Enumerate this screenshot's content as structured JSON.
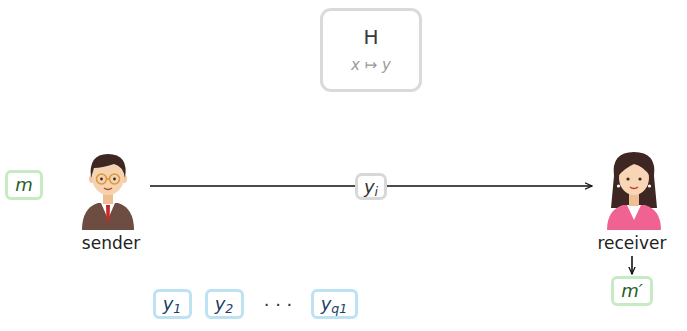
{
  "diagram": {
    "nodes": [
      {
        "text": [
          "H",
          "x ↦ y"
        ]
      },
      {
        "text": [
          "m"
        ]
      },
      {
        "text": [
          "sender"
        ]
      },
      {
        "text": [
          "receiver"
        ]
      },
      {
        "text": [
          "m′"
        ]
      },
      {
        "text": [
          "y1"
        ]
      },
      {
        "text": [
          "y2"
        ]
      },
      {
        "text": [
          "yq1"
        ]
      }
    ],
    "edges": [
      {
        "from": 2,
        "to": 3,
        "label": "yi",
        "arrow": "to"
      },
      {
        "from": 3,
        "to": 4,
        "arrow": "to"
      }
    ],
    "labels": [
      "· · ·"
    ]
  }
}
